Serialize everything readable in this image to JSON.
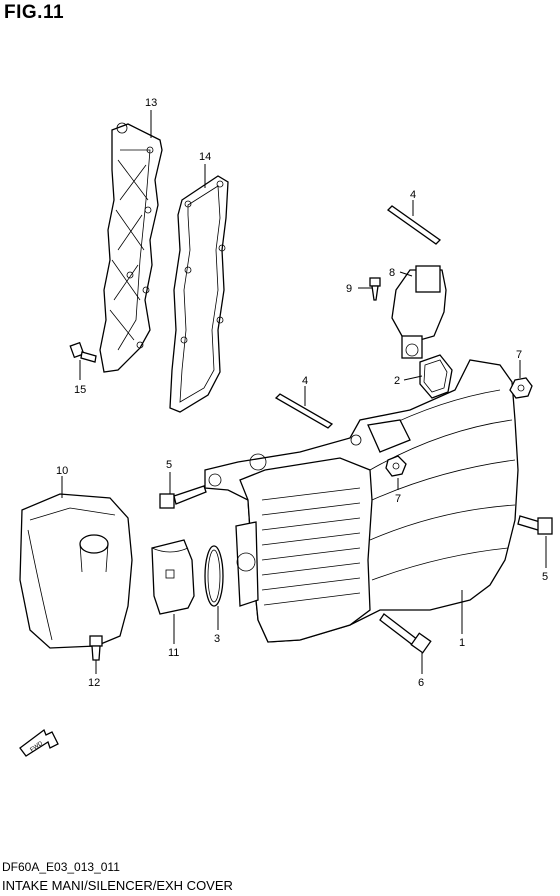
{
  "header": {
    "figure_label": "FIG.11"
  },
  "footer": {
    "drawing_code": "DF60A_E03_013_011",
    "caption": "INTAKE MANI/SILENCER/EXH COVER"
  },
  "fwd_arrow": {
    "label": "FWD"
  },
  "callouts": [
    {
      "id": "c13",
      "label": "13"
    },
    {
      "id": "c14",
      "label": "14"
    },
    {
      "id": "c15",
      "label": "15"
    },
    {
      "id": "c4a",
      "label": "4"
    },
    {
      "id": "c8",
      "label": "8"
    },
    {
      "id": "c9",
      "label": "9"
    },
    {
      "id": "c2",
      "label": "2"
    },
    {
      "id": "c7a",
      "label": "7"
    },
    {
      "id": "c4b",
      "label": "4"
    },
    {
      "id": "c7b",
      "label": "7"
    },
    {
      "id": "c10",
      "label": "10"
    },
    {
      "id": "c5a",
      "label": "5"
    },
    {
      "id": "c5b",
      "label": "5"
    },
    {
      "id": "c3",
      "label": "3"
    },
    {
      "id": "c11",
      "label": "11"
    },
    {
      "id": "c1",
      "label": "1"
    },
    {
      "id": "c6",
      "label": "6"
    },
    {
      "id": "c12",
      "label": "12"
    }
  ]
}
